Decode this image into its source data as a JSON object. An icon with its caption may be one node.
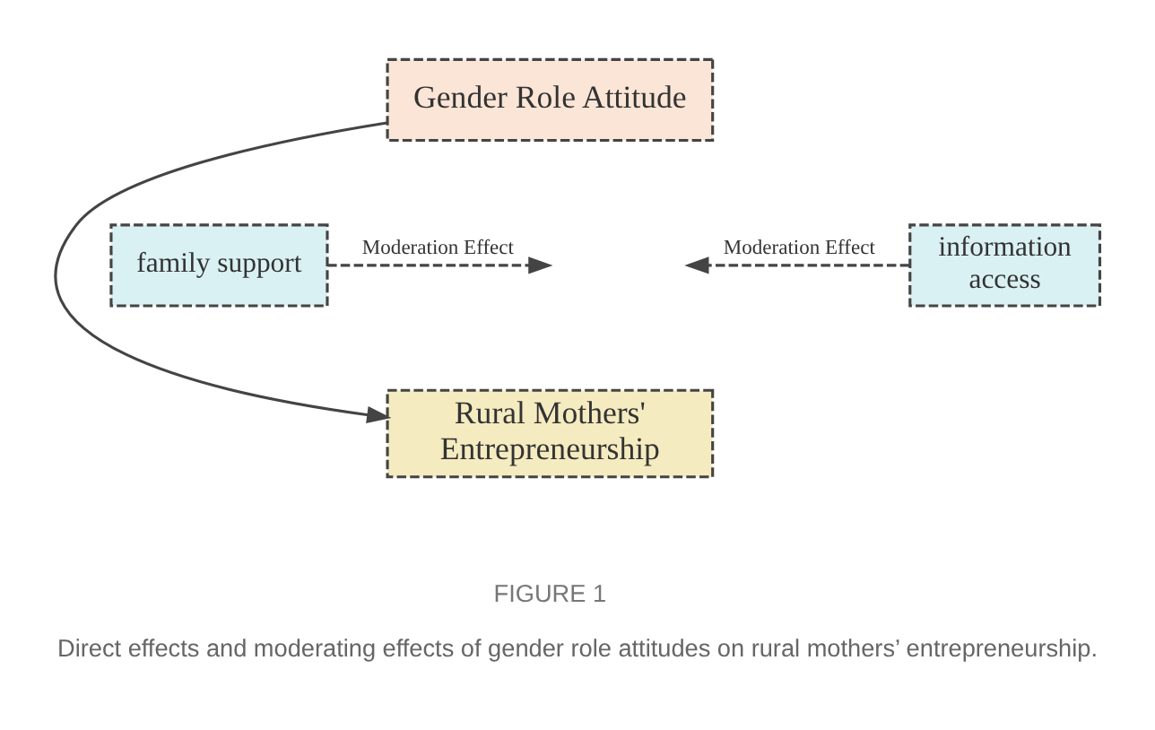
{
  "diagram": {
    "caption": "Direct effects and moderating effects of gender role attitudes on rural mothers’ entrepreneurship.",
    "nodes": [
      {
        "text": [
          "Gender Role Attitude"
        ]
      },
      {
        "text": [
          "family support"
        ]
      },
      {
        "text": [
          "information access"
        ]
      },
      {
        "text": [
          "Rural Mothers' Entrepreneurship"
        ]
      }
    ],
    "edges": [
      {
        "from": 0,
        "to": 3,
        "arrow": "to"
      },
      {
        "from": 1,
        "to": null,
        "arrow": "to",
        "label": "Moderation Effect",
        "style": "dashed"
      },
      {
        "from": 2,
        "to": null,
        "arrow": "to",
        "label": "Moderation Effect",
        "style": "dashed"
      }
    ],
    "labels": [
      "FIGURE 1"
    ]
  }
}
